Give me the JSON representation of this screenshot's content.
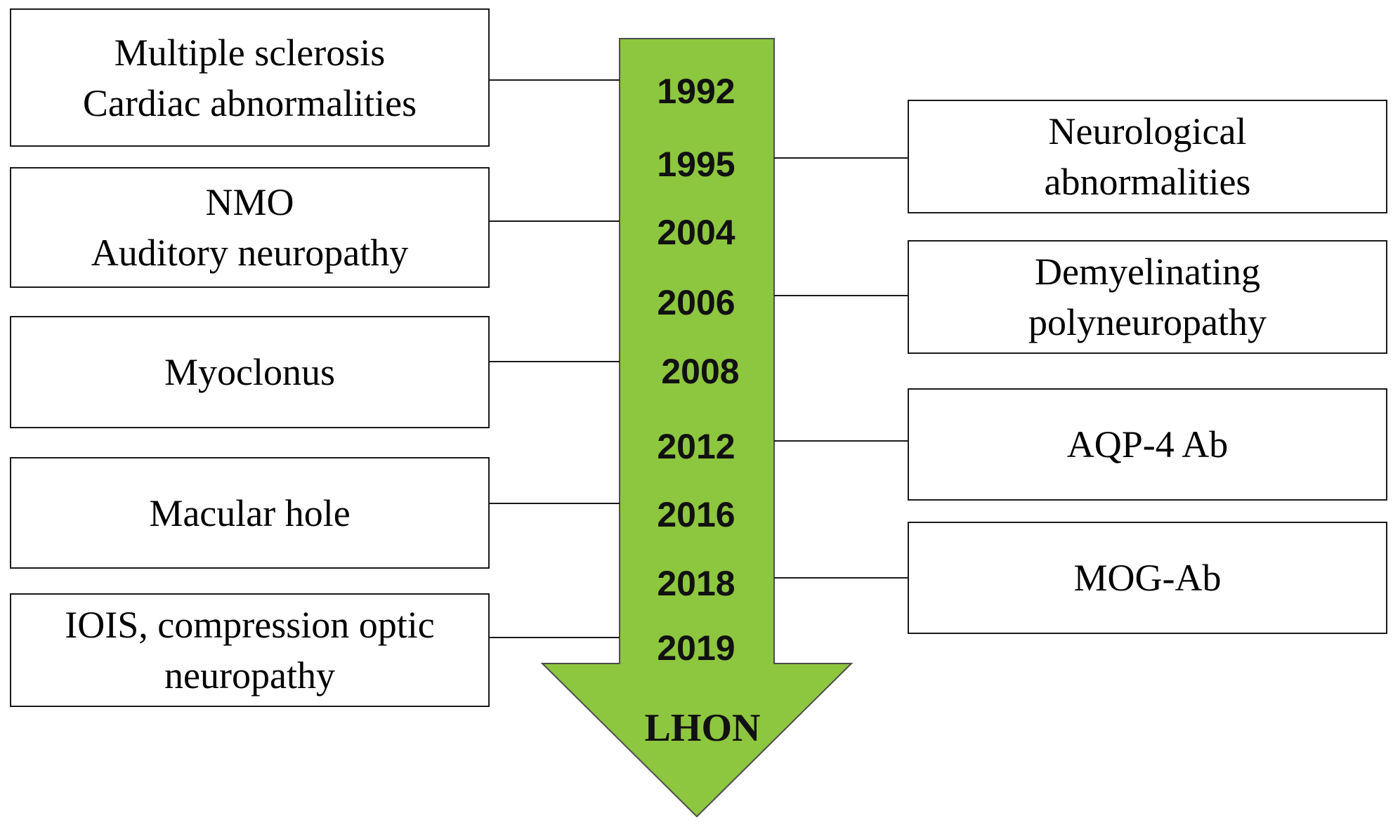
{
  "arrow": {
    "color": "#8dc63f",
    "years": [
      "1992",
      "1995",
      "2004",
      "2006",
      "2008",
      "2012",
      "2016",
      "2018",
      "2019"
    ],
    "end_label": "LHON"
  },
  "left_boxes": [
    {
      "lines": [
        "Multiple sclerosis",
        "Cardiac abnormalities"
      ],
      "year": "1992"
    },
    {
      "lines": [
        "NMO",
        "Auditory neuropathy"
      ],
      "year": "2004"
    },
    {
      "lines": [
        "Myoclonus"
      ],
      "year": "2008"
    },
    {
      "lines": [
        "Macular hole"
      ],
      "year": "2016"
    },
    {
      "lines": [
        "IOIS, compression optic",
        "neuropathy"
      ],
      "year": "2019"
    }
  ],
  "right_boxes": [
    {
      "lines": [
        "Neurological",
        "abnormalities"
      ],
      "year": "1995"
    },
    {
      "lines": [
        "Demyelinating",
        "polyneuropathy"
      ],
      "year": "2006"
    },
    {
      "lines": [
        "AQP-4 Ab"
      ],
      "year": "2012"
    },
    {
      "lines": [
        "MOG-Ab"
      ],
      "year": "2018"
    }
  ]
}
